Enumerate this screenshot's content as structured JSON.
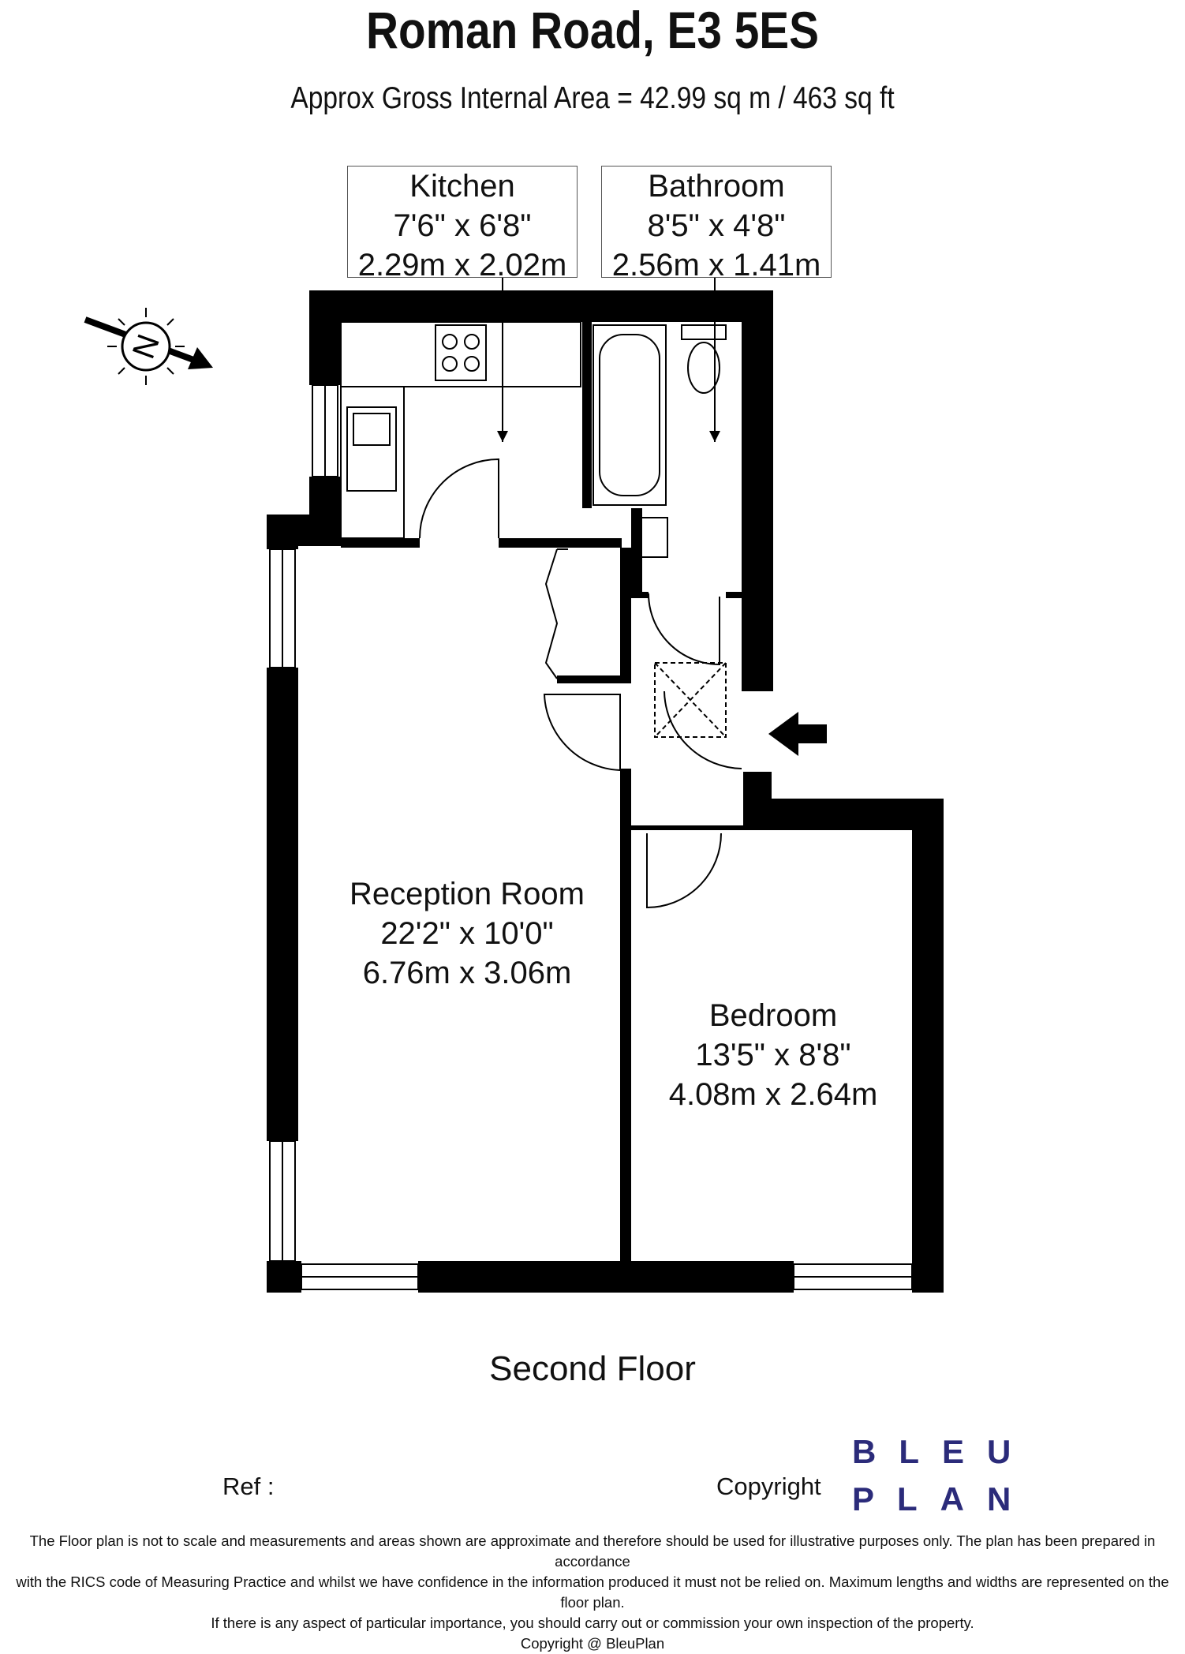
{
  "header": {
    "title": "Roman Road, E3 5ES",
    "subtitle": "Approx Gross Internal Area = 42.99 sq m / 463 sq ft"
  },
  "rooms": {
    "kitchen": {
      "name": "Kitchen",
      "imperial": "7'6\" x 6'8\"",
      "metric": "2.29m x 2.02m"
    },
    "bathroom": {
      "name": "Bathroom",
      "imperial": "8'5\" x 4'8\"",
      "metric": "2.56m x 1.41m"
    },
    "reception": {
      "name": "Reception Room",
      "imperial": "22'2\" x 10'0\"",
      "metric": "6.76m x 3.06m"
    },
    "bedroom": {
      "name": "Bedroom",
      "imperial": "13'5\" x 8'8\"",
      "metric": "4.08m x 2.64m"
    }
  },
  "compass": {
    "letter": "N"
  },
  "floor_name": "Second Floor",
  "footer": {
    "ref": "Ref  :",
    "copyright": "Copyright",
    "logo_line1": "BLEU",
    "logo_line2": "PLAN",
    "disclaimer_1": "The Floor plan is not to scale and measurements and areas shown are approximate and therefore should be used for illustrative purposes only. The plan has been prepared in accordance",
    "disclaimer_2": "with the RICS code of Measuring Practice and whilst we have confidence in the information produced it must not be relied on. Maximum lengths and widths are represented on the floor plan.",
    "disclaimer_3": "If there is any aspect of particular importance, you should carry out or commission your own inspection of the property.",
    "disclaimer_4": "Copyright @ BleuPlan"
  },
  "colors": {
    "wall": "#000000",
    "logo": "#2b2b7a"
  }
}
